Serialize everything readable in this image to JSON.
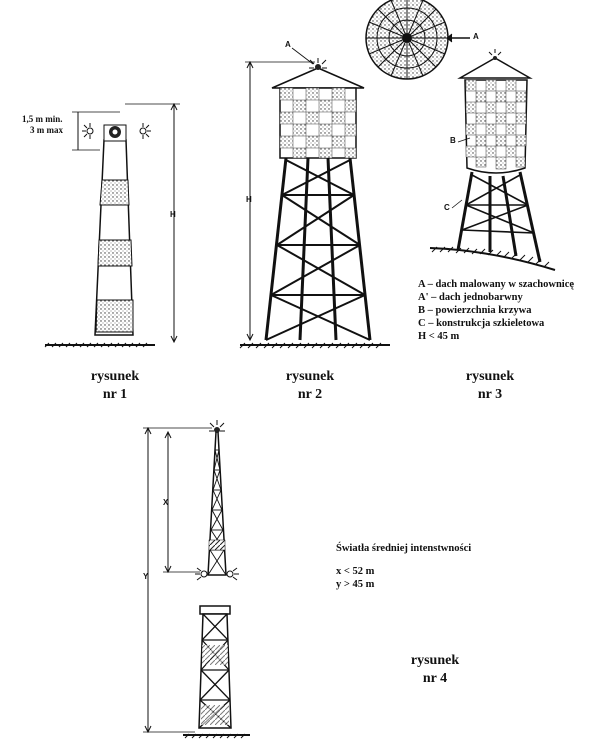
{
  "figures": [
    {
      "id": "fig1",
      "caption_word": "rysunek",
      "caption_number": "nr  1",
      "height_label": "H",
      "top_note_line1": "1,5 m min.",
      "top_note_line2": "3 m max"
    },
    {
      "id": "fig2",
      "caption_word": "rysunek",
      "caption_number": "nr 2",
      "height_label": "H",
      "roof_label": "A"
    },
    {
      "id": "fig3",
      "caption_word": "rysunek",
      "caption_number": "nr 3",
      "label_b": "B",
      "label_c": "C",
      "wheel_label": "A"
    },
    {
      "id": "fig4",
      "caption_word": "rysunek",
      "caption_number": "nr 4",
      "x_label": "X",
      "y_label": "Y"
    }
  ],
  "legend": {
    "lines": [
      "A – dach malowany w szachownicę",
      "A' – dach jednobarwny",
      "B – powierzchnia krzywa",
      "C – konstrukcja szkieletowa",
      "H < 45 m"
    ]
  },
  "lights_note": {
    "title": "Światła średniej intenstwności",
    "x_condition": "x < 52 m",
    "y_condition": "y > 45 m"
  }
}
